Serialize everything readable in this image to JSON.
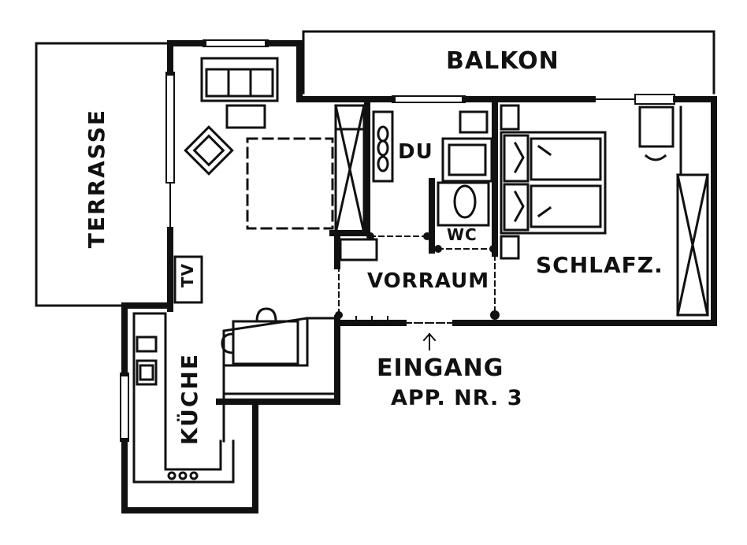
{
  "rooms": {
    "balkon": "BALKON",
    "terrasse": "TERRASSE",
    "du": "DU",
    "wc": "WC",
    "vorraum": "VORRAUM",
    "schlafz": "SCHLAFZ.",
    "kueche": "KÜCHE",
    "tv": "TV"
  },
  "entrance": {
    "line1": "EINGANG",
    "line2": "APP. NR. 3"
  },
  "colors": {
    "ink": "#111111",
    "paper": "#ffffff"
  }
}
